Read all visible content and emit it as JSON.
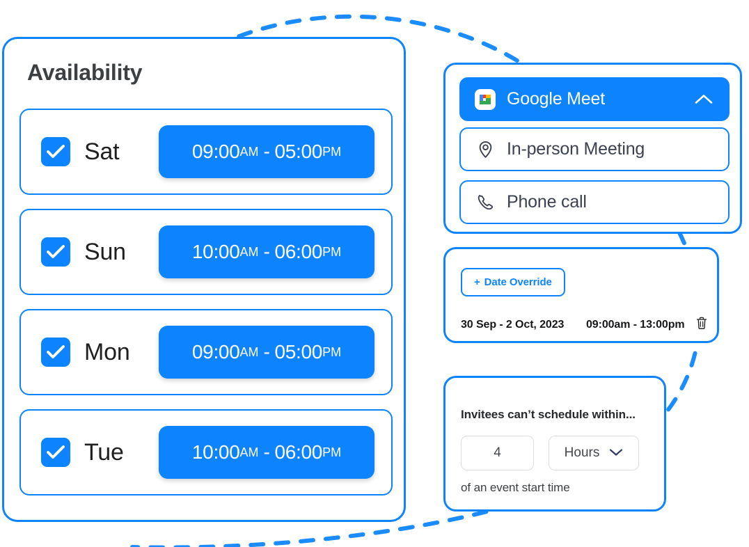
{
  "theme": {
    "accent": "#0d84fe",
    "text_dark": "#1f1f21",
    "text_muted": "#3c4151",
    "border_grey": "#dadce0",
    "card_bg": "#ffffff"
  },
  "availability": {
    "title": "Availability",
    "rows": [
      {
        "day": "Sat",
        "checked": true,
        "start": "09:00",
        "start_period": "AM",
        "separator": "-",
        "end": "05:00",
        "end_period": "PM"
      },
      {
        "day": "Sun",
        "checked": true,
        "start": "10:00",
        "start_period": "AM",
        "separator": "-",
        "end": "06:00",
        "end_period": "PM"
      },
      {
        "day": "Mon",
        "checked": true,
        "start": "09:00",
        "start_period": "AM",
        "separator": "-",
        "end": "05:00",
        "end_period": "PM"
      },
      {
        "day": "Tue",
        "checked": true,
        "start": "10:00",
        "start_period": "AM",
        "separator": "-",
        "end": "06:00",
        "end_period": "PM"
      }
    ]
  },
  "location_panel": {
    "options": [
      {
        "label": "Google Meet",
        "icon": "google-meet-icon",
        "selected": true
      },
      {
        "label": "In-person Meeting",
        "icon": "location-pin-icon",
        "selected": false
      },
      {
        "label": "Phone call",
        "icon": "phone-icon",
        "selected": false
      }
    ],
    "collapse_icon": "chevron-up-icon"
  },
  "date_override": {
    "button_plus": "+",
    "button_label": "Date Override",
    "entry": {
      "date_range": "30 Sep - 2 Oct, 2023",
      "time_range": "09:00am - 13:00pm",
      "delete_icon": "trash-icon"
    }
  },
  "buffer": {
    "label": "Invitees can’t schedule within...",
    "amount": "4",
    "amount_placeholder": "4",
    "unit": "Hours",
    "unit_chevron": "chevron-down-icon",
    "footer": "of an event start time"
  }
}
